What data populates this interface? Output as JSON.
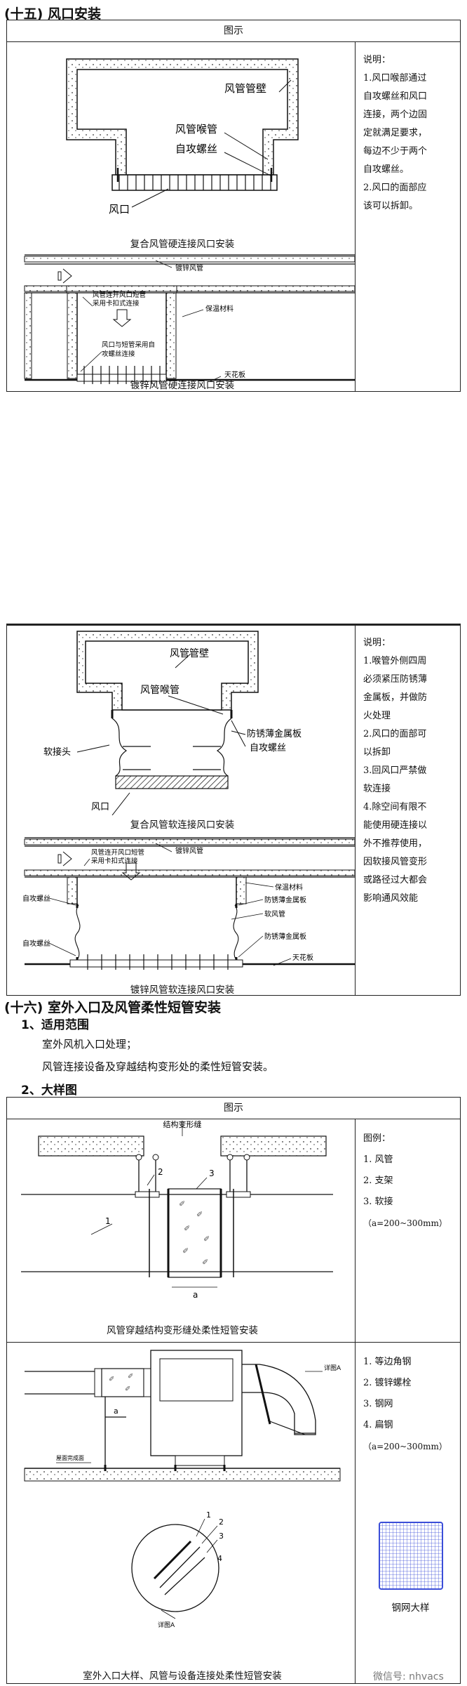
{
  "sec15": {
    "title": "(十五)   风口安装",
    "box1": {
      "header": "图示",
      "notes_title": "说明：",
      "notes": [
        "1.风口喉部通过",
        "自攻螺丝和风口",
        "连接，两个边固",
        "定就满足要求，",
        "每边不少于两个",
        "自攻螺丝。",
        "2.风口的面部应",
        "该可以拆卸。"
      ],
      "fig1": {
        "duct_wall": "风管管壁",
        "throat": "风管喉管",
        "screw": "自攻螺丝",
        "outlet": "风口",
        "caption": "复合风管硬连接风口安装"
      },
      "fig2": {
        "galv_duct": "镀锌风管",
        "open_outlet_1": "风管连开风口短管",
        "open_outlet_2": "采用卡扣式连接",
        "insulation": "保温材料",
        "fix_1": "风口与短管采用自",
        "fix_2": "攻螺丝连接",
        "ceiling": "天花板",
        "caption": "镀锌风管硬连接风口安装"
      }
    },
    "box2": {
      "notes_title": "说明：",
      "notes": [
        "1.喉管外侧四周",
        "必须紧压防锈薄",
        "金属板，并做防",
        "火处理",
        "2.风口的面部可",
        "以拆卸",
        "3.回风口严禁做",
        "软连接",
        "4.除空间有限不",
        "能使用硬连接以",
        "外不推荐使用，",
        "因软接风管变形",
        "或路径过大都会",
        "影响通风效能"
      ],
      "fig1": {
        "duct_wall": "风管管壁",
        "throat": "风管喉管",
        "plate": "防锈薄金属板",
        "screw": "自攻螺丝",
        "flex": "软接头",
        "outlet": "风口",
        "caption": "复合风管软连接风口安装"
      },
      "fig2": {
        "galv_duct": "镀锌风管",
        "open_outlet_1": "风管连开风口短管",
        "open_outlet_2": "采用卡扣式连接",
        "insulation": "保温材料",
        "screw_a": "自攻螺丝",
        "plate_a": "防锈薄金属板",
        "flex_duct": "软风管",
        "screw_b": "自攻螺丝",
        "plate_b": "防锈薄金属板",
        "ceiling": "天花板",
        "caption": "镀锌风管软连接风口安装"
      }
    }
  },
  "sec16": {
    "title": "(十六)    室外入口及风管柔性短管安装",
    "sub1": "1、适用范围",
    "line1": "室外风机入口处理；",
    "line2": "风管连接设备及穿越结构变形处的柔性短管安装。",
    "sub2": "2、大样图",
    "box3": {
      "header": "图示",
      "struct_line": "结构变形缝",
      "legend1_title": "图例：",
      "legend1": [
        "1. 风管",
        "2. 支架",
        "3. 软接",
        "（a=200~300mm）"
      ],
      "fig1_caption": "风管穿越结构变形缝处柔性短管安装",
      "legend2": [
        "1. 等边角钢",
        "2. 镀锌螺栓",
        "3. 钢网",
        "4. 扁钢",
        "（a=200~300mm）"
      ],
      "detail_a": "详图A",
      "floor": "屋面完成面",
      "mesh_caption": "钢网大样",
      "fig2_caption": "室外入口大样、风管与设备连接处柔性短管安装",
      "nums": [
        "1",
        "2",
        "3",
        "4"
      ],
      "a_mark": "a"
    }
  },
  "watermark": "微信号: nhvacs"
}
